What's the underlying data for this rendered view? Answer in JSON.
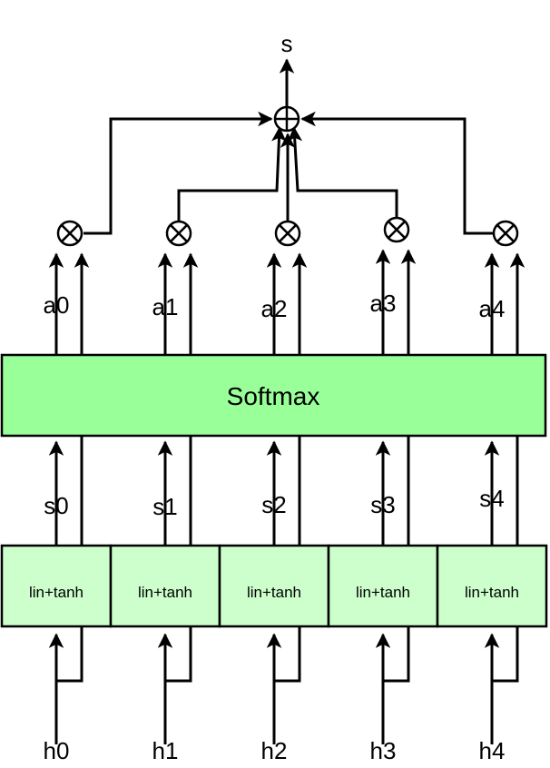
{
  "diagram": {
    "output_label": "s",
    "softmax_label": "Softmax",
    "columns": [
      {
        "input": "h0",
        "block": "lin+tanh",
        "score": "s0",
        "weight": "a0"
      },
      {
        "input": "h1",
        "block": "lin+tanh",
        "score": "s1",
        "weight": "a1"
      },
      {
        "input": "h2",
        "block": "lin+tanh",
        "score": "s2",
        "weight": "a2"
      },
      {
        "input": "h3",
        "block": "lin+tanh",
        "score": "s3",
        "weight": "a3"
      },
      {
        "input": "h4",
        "block": "lin+tanh",
        "score": "s4",
        "weight": "a4"
      }
    ],
    "colors": {
      "softmax_fill": "#99ff99",
      "block_fill": "#ccffcc",
      "stroke": "#000000"
    }
  }
}
